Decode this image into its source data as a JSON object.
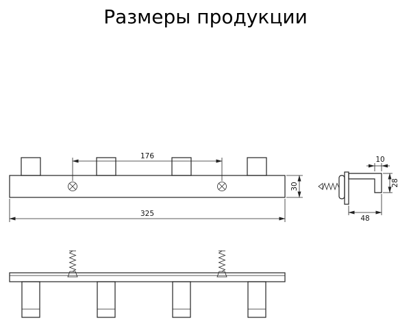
{
  "title": "Размеры продукции",
  "front_view": {
    "screw_spacing": "176",
    "total_length": "325",
    "height": "30"
  },
  "side_view": {
    "hook_lip_width": "10",
    "height": "28",
    "depth": "48"
  }
}
